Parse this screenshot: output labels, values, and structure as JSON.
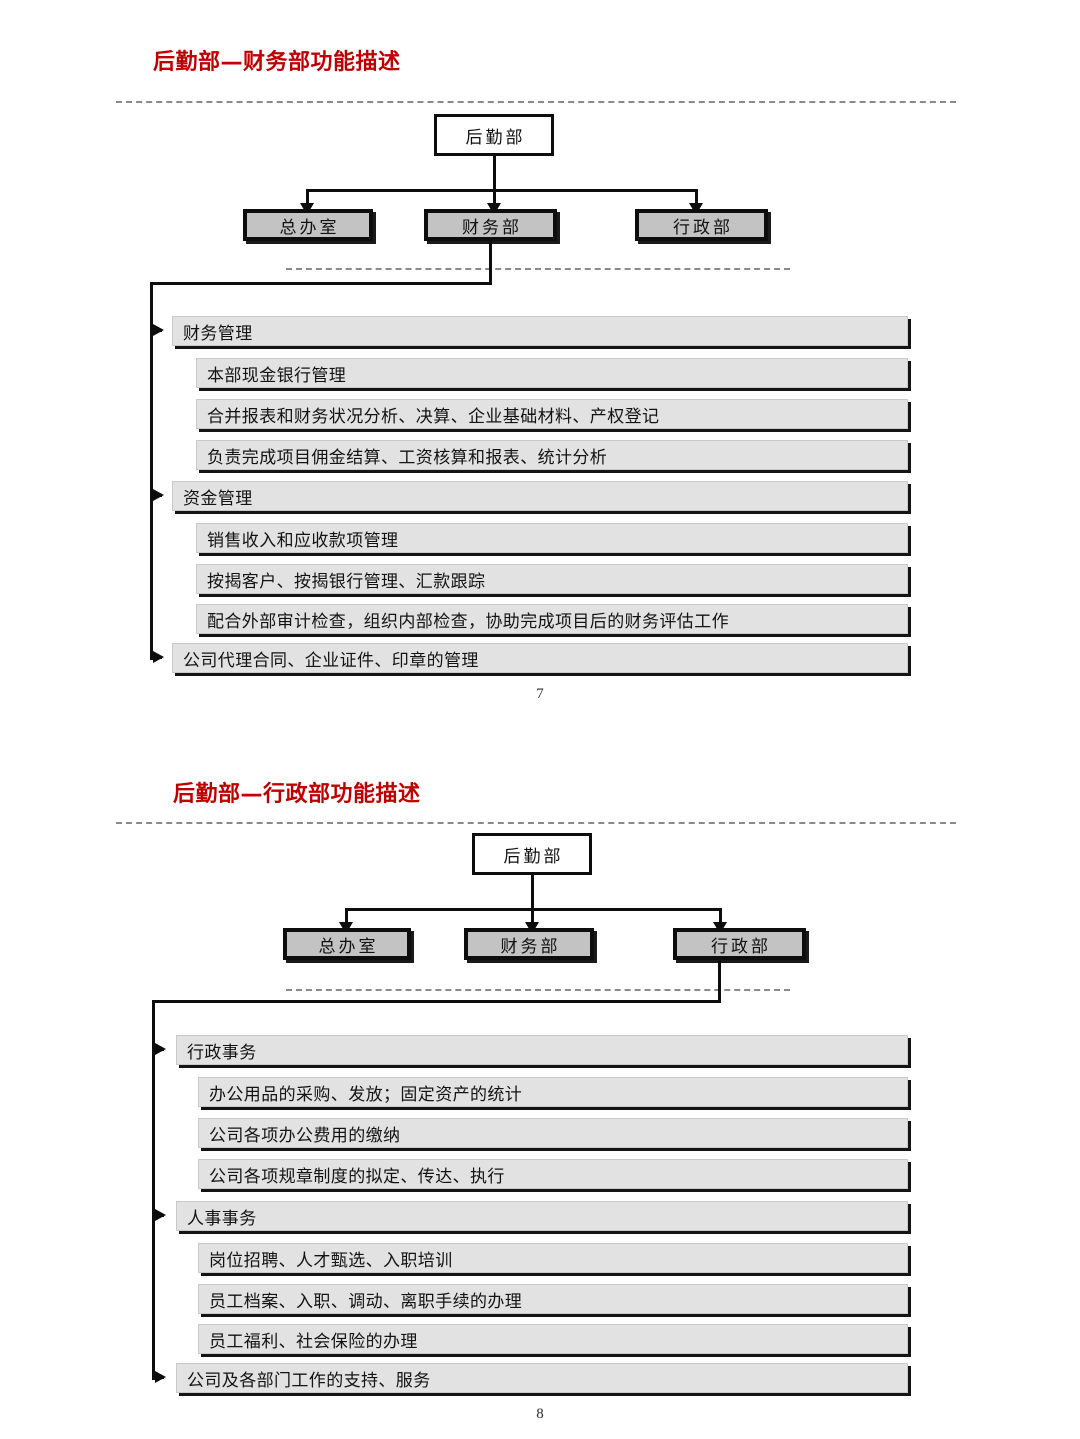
{
  "document": {
    "sections": [
      {
        "id": "logistics-finance",
        "title": "后勤部—财务部功能描述",
        "page_number": "7",
        "org_chart": {
          "root": "后勤部",
          "children": [
            "总办室",
            "财务部",
            "行政部"
          ],
          "highlighted_child": "财务部"
        },
        "function_groups": [
          {
            "heading": "财务管理",
            "items": [
              "本部现金银行管理",
              "合并报表和财务状况分析、决算、企业基础材料、产权登记",
              "负责完成项目佣金结算、工资核算和报表、统计分析"
            ]
          },
          {
            "heading": "资金管理",
            "items": [
              "销售收入和应收款项管理",
              "按揭客户、按揭银行管理、汇款跟踪",
              "配合外部审计检查，组织内部检查，协助完成项目后的财务评估工作"
            ]
          },
          {
            "heading": "公司代理合同、企业证件、印章的管理",
            "items": []
          }
        ]
      },
      {
        "id": "logistics-administration",
        "title": "后勤部—行政部功能描述",
        "page_number": "8",
        "org_chart": {
          "root": "后勤部",
          "children": [
            "总办室",
            "财务部",
            "行政部"
          ],
          "highlighted_child": "行政部"
        },
        "function_groups": [
          {
            "heading": "行政事务",
            "items": [
              "办公用品的采购、发放；固定资产的统计",
              "公司各项办公费用的缴纳",
              " 公司各项规章制度的拟定、传达、执行"
            ]
          },
          {
            "heading": "人事事务",
            "items": [
              "岗位招聘、人才甄选、入职培训",
              "员工档案、入职、调动、离职手续的办理",
              "员工福利、社会保险的办理"
            ]
          },
          {
            "heading": "公司及各部门工作的支持、服务",
            "items": []
          }
        ]
      }
    ],
    "colors": {
      "title_red": "#c00000",
      "box_gray": "#c3c3c3",
      "row_gray": "#e2e2e2",
      "line_black": "#0d0d0d",
      "dash_gray": "#8a8a8a"
    }
  }
}
